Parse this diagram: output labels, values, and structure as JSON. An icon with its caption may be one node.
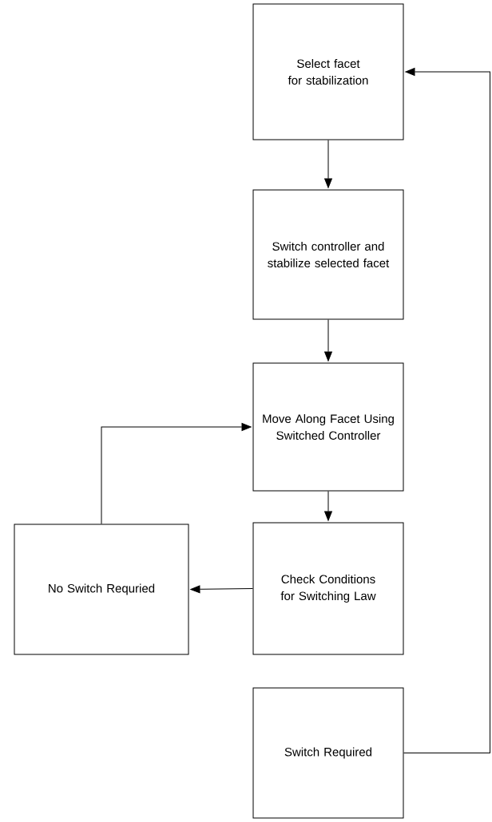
{
  "diagram": {
    "nodes": [
      {
        "text": [
          "Select facet for stabilization"
        ]
      },
      {
        "text": [
          "Switch controller and stabilize selected facet"
        ]
      },
      {
        "text": [
          "Move Along Facet Using Switched Controller"
        ]
      },
      {
        "text": [
          "Check Conditions for Switching Law"
        ]
      },
      {
        "text": [
          "No Switch Requried"
        ]
      },
      {
        "text": [
          "Switch Required"
        ]
      }
    ],
    "edges": [
      {
        "from": 0,
        "to": 1,
        "arrow": "to"
      },
      {
        "from": 1,
        "to": 2,
        "arrow": "to"
      },
      {
        "from": 2,
        "to": 3,
        "arrow": "to"
      },
      {
        "from": 3,
        "to": 4,
        "arrow": "to"
      },
      {
        "from": 4,
        "to": 2,
        "arrow": "to"
      },
      {
        "from": 5,
        "to": 0,
        "arrow": "to"
      }
    ]
  }
}
